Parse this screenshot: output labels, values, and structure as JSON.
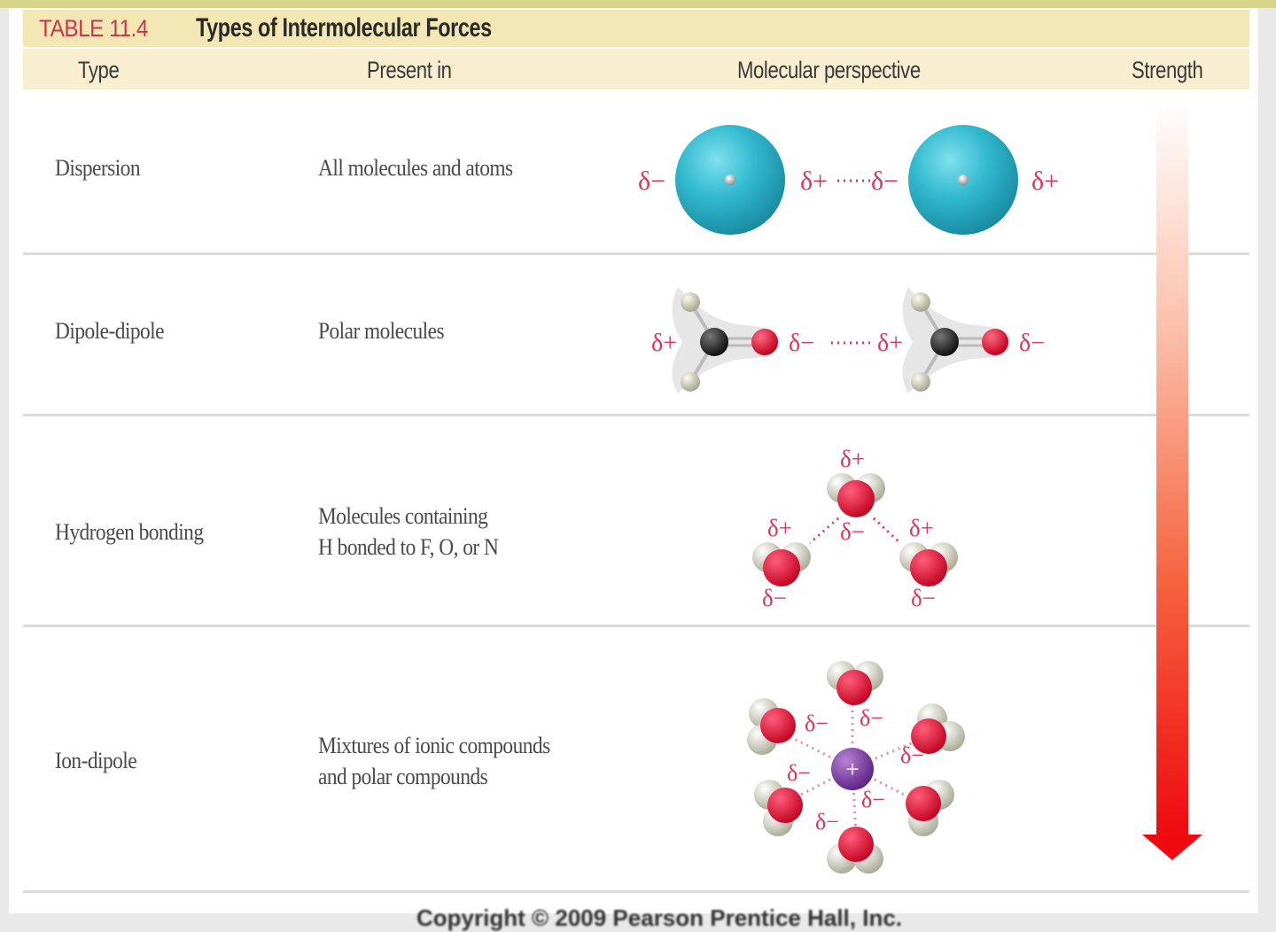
{
  "table": {
    "number_label": "TABLE 11.4",
    "title": "Types of Intermolecular Forces",
    "columns": [
      "Type",
      "Present in",
      "Molecular perspective",
      "Strength"
    ],
    "rows": [
      {
        "type": "Dispersion",
        "present_in": [
          "All molecules and atoms"
        ],
        "perspective_labels": [
          "δ−",
          "δ+",
          "δ−",
          "δ+"
        ]
      },
      {
        "type": "Dipole-dipole",
        "present_in": [
          "Polar molecules"
        ],
        "perspective_labels": [
          "δ+",
          "δ−",
          "δ+",
          "δ−"
        ]
      },
      {
        "type": "Hydrogen bonding",
        "present_in": [
          "Molecules containing",
          "H bonded to F, O, or N"
        ],
        "perspective_labels": [
          "δ+",
          "δ+",
          "δ−",
          "δ+",
          "δ−",
          "δ−"
        ]
      },
      {
        "type": "Ion-dipole",
        "present_in": [
          "Mixtures of ionic compounds",
          "and polar compounds"
        ],
        "perspective_labels": [
          "δ−",
          "δ−",
          "δ−",
          "δ−",
          "δ−",
          "δ−"
        ],
        "ion_charge": "+"
      }
    ],
    "strength_direction": "increasing-downward"
  },
  "footer": {
    "copyright": "Copyright © 2009 Pearson Prentice Hall, Inc."
  },
  "colors": {
    "title_red": "#c8354f",
    "title_band": "#f3e7b4",
    "header_band": "#f7efd0",
    "charge_pink": "#e0355a",
    "atom_teal": "#2fb3c9",
    "oxygen_red": "#e5113a",
    "ion_purple": "#7a3ba0",
    "arrow_red": "#ee1111"
  }
}
